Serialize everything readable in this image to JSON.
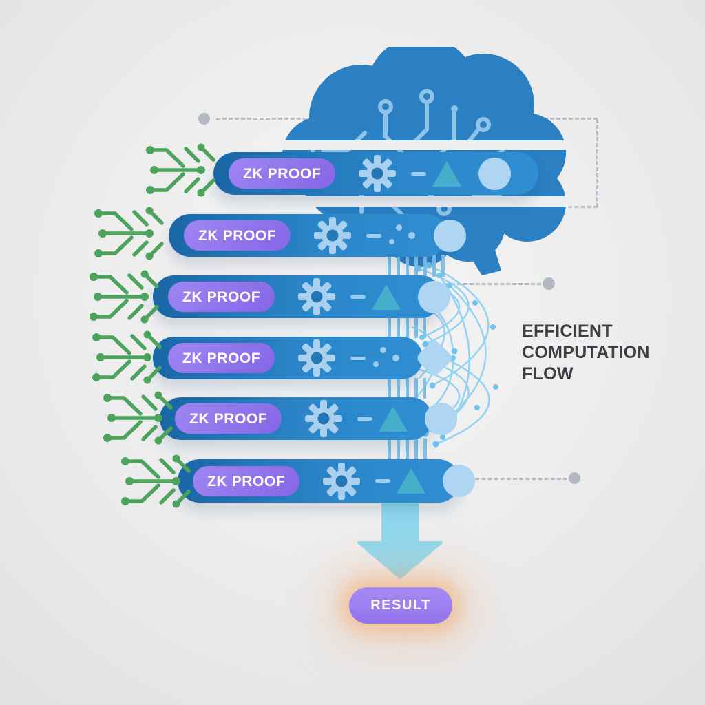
{
  "diagram": {
    "rows": [
      {
        "badge": "ZK PROOF",
        "connector": "triangle",
        "shape": "circle"
      },
      {
        "badge": "ZK PROOF",
        "connector": "dots",
        "shape": "circle"
      },
      {
        "badge": "ZK PROOF",
        "connector": "triangle",
        "shape": "circle"
      },
      {
        "badge": "ZK PROOF",
        "connector": "dots",
        "shape": "diamond"
      },
      {
        "badge": "ZK PROOF",
        "connector": "triangle",
        "shape": "circle"
      },
      {
        "badge": "ZK PROOF",
        "connector": "triangle",
        "shape": "circle"
      }
    ],
    "flow_label": {
      "line1": "EFFICIENT",
      "line2": "COMPUTATION",
      "line3": "FLOW"
    },
    "result_label": "RESULT"
  },
  "icons": {
    "brain": "circuit-brain-icon",
    "gear": "gear-icon",
    "connector_triangle": "dash-triangle-icon",
    "connector_dots": "dash-dots-icon",
    "shape_circle": "circle-shape",
    "shape_diamond": "diamond-shape",
    "green_branch": "circuit-branch-icon",
    "network": "neural-network-curves",
    "down_arrow": "down-arrow-icon"
  },
  "colors": {
    "row_blue_dark": "#1a66a5",
    "row_blue_light": "#2f8ed2",
    "badge_purple": "#8f76ec",
    "icon_light_blue": "#aed6f2",
    "triangle_teal": "#45aecb",
    "brain_blue": "#2a80c3",
    "trace_light_blue": "#8ec4e8",
    "circuit_green": "#4da35b",
    "arrow_sky_blue": "#8fd8f0",
    "result_purple": "#9273ec",
    "glow_orange": "#f4984a",
    "label_dark": "#3b4046",
    "dash_gray": "#b7bcc6",
    "background_gray": "#ededee"
  }
}
